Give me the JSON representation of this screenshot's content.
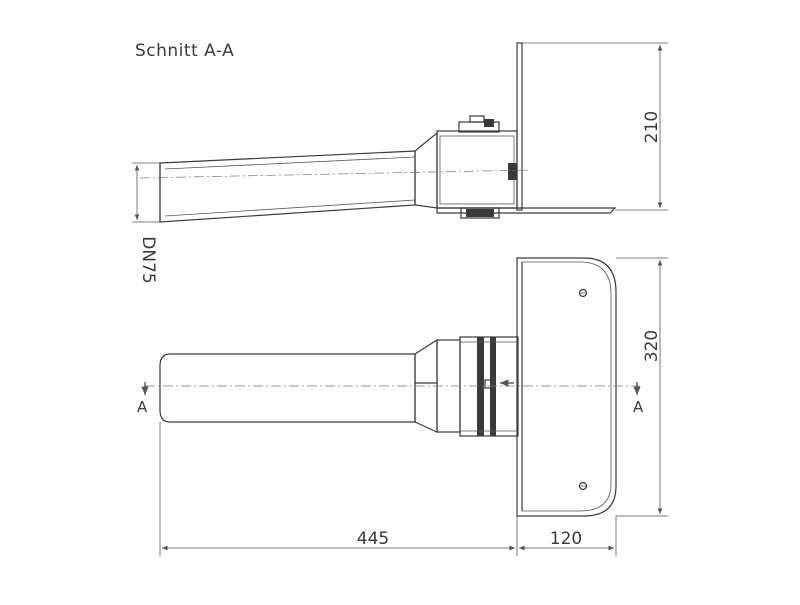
{
  "section_title": "Schnitt A-A",
  "dimensions": {
    "height_top": "210",
    "height_bottom": "320",
    "length_pipe": "445",
    "length_flange": "120",
    "diameter": "DN75"
  },
  "section_marker": "A"
}
